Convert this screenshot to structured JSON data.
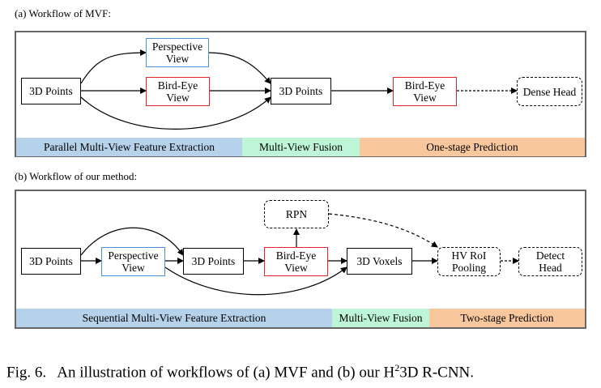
{
  "panel_a": {
    "title": "(a) Workflow of MVF:",
    "nodes": {
      "points_in": "3D Points",
      "perspective_line1": "Perspective",
      "perspective_line2": "View",
      "birdeye_line1": "Bird-Eye",
      "birdeye_line2": "View",
      "points_mid": "3D Points",
      "birdeye2_line1": "Bird-Eye",
      "birdeye2_line2": "View",
      "dense_head": "Dense Head"
    },
    "bands": [
      {
        "label": "Parallel Multi-View Feature Extraction",
        "color": "#b6d2ea"
      },
      {
        "label": "Multi-View Fusion",
        "color": "#bdf5d6"
      },
      {
        "label": "One-stage Prediction",
        "color": "#f9c79e"
      }
    ]
  },
  "panel_b": {
    "title": "(b) Workflow of our method:",
    "nodes": {
      "points_in": "3D Points",
      "perspective_line1": "Perspective",
      "perspective_line2": "View",
      "points_mid": "3D Points",
      "birdeye_line1": "Bird-Eye",
      "birdeye_line2": "View",
      "rpn": "RPN",
      "voxels": "3D Voxels",
      "hv_line1": "HV RoI",
      "hv_line2": "Pooling",
      "detect_line1": "Detect",
      "detect_line2": "Head"
    },
    "bands": [
      {
        "label": "Sequential Multi-View Feature Extraction",
        "color": "#b6d2ea"
      },
      {
        "label": "Multi-View Fusion",
        "color": "#bdf5d6"
      },
      {
        "label": "Two-stage Prediction",
        "color": "#f9c79e"
      }
    ]
  },
  "caption": {
    "prefix": "Fig. 6.   An illustration of workflows of (a) MVF and (b) our H",
    "superscript": "2",
    "suffix": "3D R-CNN."
  },
  "colors": {
    "red_border": "#e0262b",
    "blue_border": "#4a90d6",
    "panel_border": "#666666"
  }
}
